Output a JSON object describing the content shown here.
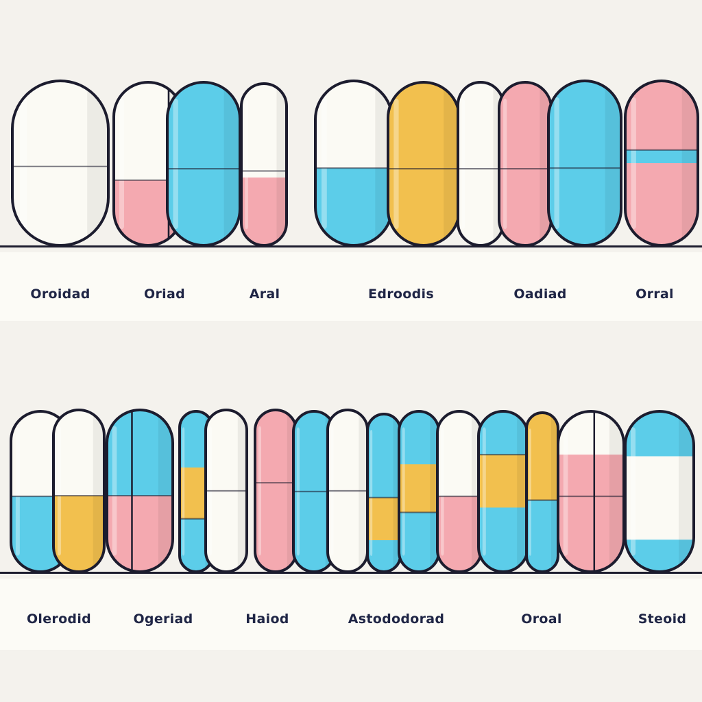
{
  "colors": {
    "background": "#f4f2ed",
    "label_band": "#fcfbf6",
    "outline": "#1c1c2e",
    "label_text": "#1f2545",
    "white": "#fbfaf4",
    "blue": "#5ccde9",
    "pink": "#f4a9b0",
    "yellow": "#f2c04e"
  },
  "rows": [
    {
      "labels": [
        "Oroidad",
        "Oriad",
        "Aral",
        "Edroodis",
        "Oadiad",
        "Orral"
      ]
    },
    {
      "labels": [
        "Olerodid",
        "Ogeriad",
        "Haiod",
        "Astododorad",
        "Oroal",
        "Steoid"
      ]
    }
  ]
}
